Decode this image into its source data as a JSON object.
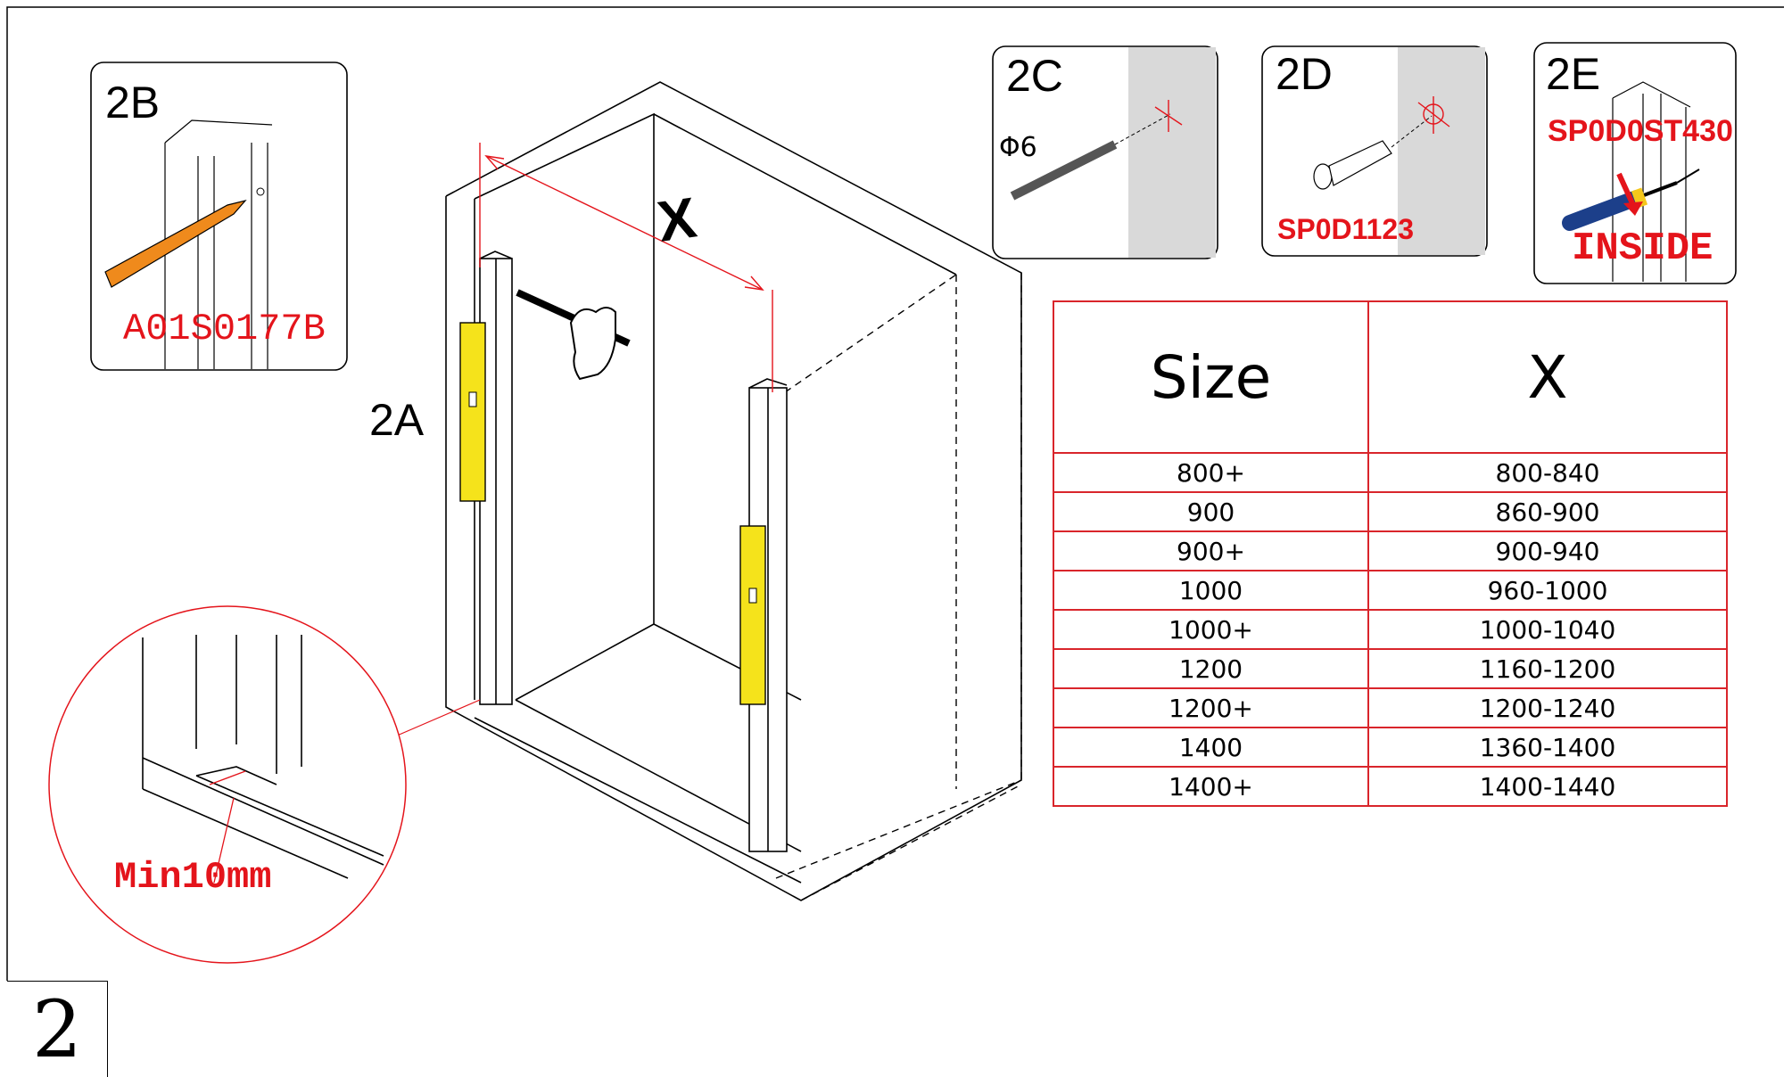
{
  "step_number": "2",
  "main_label": "2A",
  "dimension_label": "X",
  "detail_2b": {
    "label": "2B",
    "part_code": "A01S0177B"
  },
  "detail_2c": {
    "label": "2C",
    "drill_size": "Φ6"
  },
  "detail_2d": {
    "label": "2D",
    "part_code": "SP0D1123"
  },
  "detail_2e": {
    "label": "2E",
    "part_code": "SP0D0ST430",
    "note": "INSIDE"
  },
  "zoom_detail": {
    "note": "Min10mm"
  },
  "size_table": {
    "headers": [
      "Size",
      "X"
    ],
    "rows": [
      {
        "size": "800+",
        "x": "800-840"
      },
      {
        "size": "900",
        "x": "860-900"
      },
      {
        "size": "900+",
        "x": "900-940"
      },
      {
        "size": "1000",
        "x": "960-1000"
      },
      {
        "size": "1000+",
        "x": "1000-1040"
      },
      {
        "size": "1200",
        "x": "1160-1200"
      },
      {
        "size": "1200+",
        "x": "1200-1240"
      },
      {
        "size": "1400",
        "x": "1360-1400"
      },
      {
        "size": "1400+",
        "x": "1400-1440"
      }
    ]
  },
  "colors": {
    "accent_red": "#e4141b",
    "table_border": "#d9252b",
    "level_yellow": "#f5e31b",
    "pencil_orange": "#ef8a1c"
  }
}
